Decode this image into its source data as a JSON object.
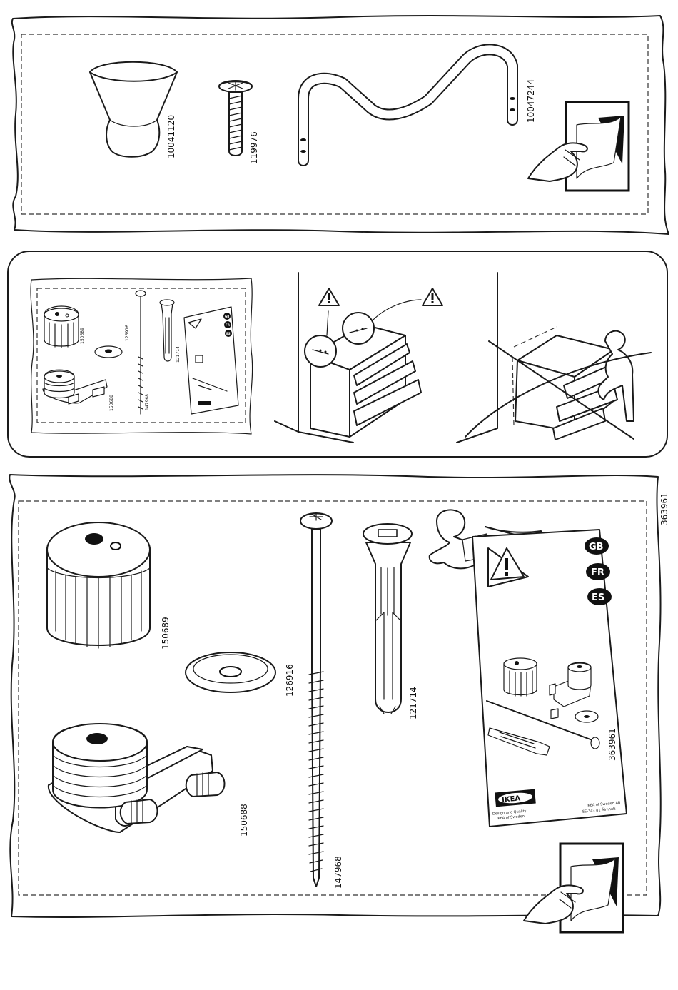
{
  "top_panel": {
    "parts": [
      {
        "id": "knob",
        "number": "10041120"
      },
      {
        "id": "screw",
        "number": "119976"
      },
      {
        "id": "handle",
        "number": "10047244"
      }
    ]
  },
  "warning_panel": {
    "mini_leaflet_badges": [
      "GB",
      "FR",
      "ES"
    ]
  },
  "bottom_panel": {
    "side_number": "363961",
    "parts": [
      {
        "id": "stopper-cap",
        "number": "150689"
      },
      {
        "id": "washer",
        "number": "126916"
      },
      {
        "id": "wall-screw",
        "number": "147968"
      },
      {
        "id": "wall-plug",
        "number": "121714"
      },
      {
        "id": "wall-bracket",
        "number": "150688"
      }
    ],
    "leaflet": {
      "badges": [
        "GB",
        "FR",
        "ES"
      ],
      "number": "363961",
      "brand": "IKEA",
      "tagline_line1": "Design and Quality",
      "tagline_line2": "IKEA of Sweden",
      "address_line1": "IKEA of Sweden AB",
      "address_line2": "SE-343 81 Älmhult"
    }
  }
}
